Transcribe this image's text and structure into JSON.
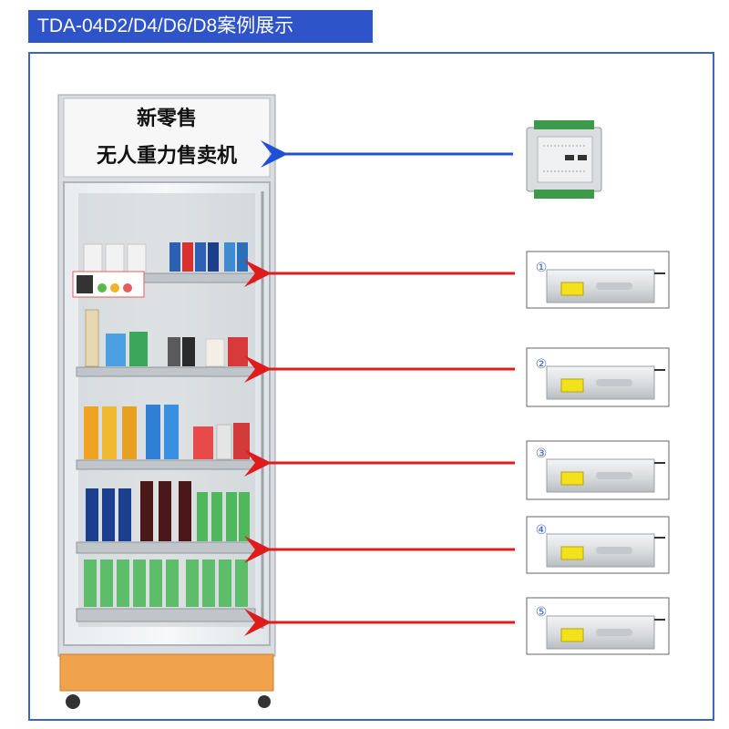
{
  "header": {
    "title": "TDA-04D2/D4/D6/D8案例展示"
  },
  "cabinet": {
    "sign_line1": "新零售",
    "sign_line2": "无人重力售卖机"
  },
  "sensors": [
    {
      "label": "①"
    },
    {
      "label": "②"
    },
    {
      "label": "③"
    },
    {
      "label": "④"
    },
    {
      "label": "⑤"
    }
  ],
  "colors": {
    "title_bg": "#2f53c8",
    "frame_border": "#3c63c7",
    "controller_arrow": "#1f4fd6",
    "sensor_arrow": "#e01b1b",
    "cabinet_base": "#f0a34c"
  }
}
